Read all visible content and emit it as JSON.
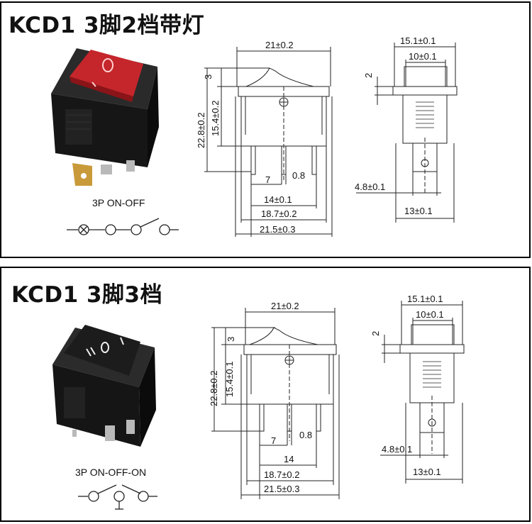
{
  "panels": [
    {
      "title": "KCD1  3脚2档带灯",
      "schematic_label": "3P  ON-OFF",
      "front": {
        "width_top": "21±0.2",
        "height_cap": "3",
        "height_total": "22.8±0.2",
        "height_body": "15.4±0.2",
        "pin_pitch": "7",
        "pin_thickness": "0.8",
        "pin_span": "14±0.1",
        "base_width": "18.7±0.2",
        "overall_width": "21.5±0.3"
      },
      "side": {
        "frame_width": "15.1±0.1",
        "cap_width": "10±0.1",
        "frame_thickness": "2",
        "pin_width": "4.8±0.1",
        "body_width": "13±0.1"
      }
    },
    {
      "title": "KCD1  3脚3档",
      "schematic_label": "3P  ON-OFF-ON",
      "front": {
        "width_top": "21±0.2",
        "height_cap": "3",
        "height_total": "22.8±0.2",
        "height_body": "15.4±0.1",
        "pin_pitch": "7",
        "pin_thickness": "0.8",
        "pin_span": "14",
        "base_width": "18.7±0.2",
        "overall_width": "21.5±0.3"
      },
      "side": {
        "frame_width": "15.1±0.1",
        "cap_width": "10±0.1",
        "frame_thickness": "2",
        "pin_width": "4.8±0.1",
        "body_width": "13±0.1"
      }
    }
  ],
  "colors": {
    "border": "#000000",
    "switch_body": "#141414",
    "lamp_cap": "#c4262b",
    "pins": "#b9b9b9"
  }
}
